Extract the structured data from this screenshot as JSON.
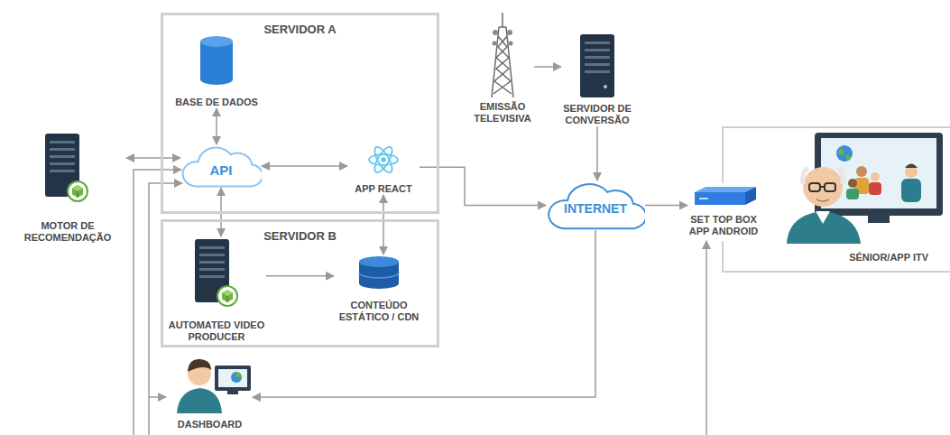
{
  "diagram": {
    "nodes": [
      {
        "text": [
          "SERVIDOR A"
        ]
      },
      {
        "text": [
          "BASE DE DADOS"
        ],
        "in": 0
      },
      {
        "text": [
          "API"
        ],
        "in": 0
      },
      {
        "text": [
          "APP REACT"
        ],
        "in": 0
      },
      {
        "text": [
          "SERVIDOR B"
        ]
      },
      {
        "text": [
          "AUTOMATED VIDEO PRODUCER"
        ],
        "in": 4
      },
      {
        "text": [
          "CONTEÚDO ESTÁTICO / CDN"
        ],
        "in": 4
      },
      {
        "text": [
          "MOTOR DE RECOMENDAÇÃO"
        ]
      },
      {
        "text": [
          "EMISSÃO TELEVISIVA"
        ]
      },
      {
        "text": [
          "SERVIDOR DE CONVERSÃO"
        ]
      },
      {
        "text": [
          "INTERNET"
        ]
      },
      {
        "text": [
          "SET TOP BOX APP ANDROID"
        ]
      },
      {
        "text": [
          "SÉNIOR/APP ITV"
        ]
      },
      {
        "text": [
          "DASHBOARD"
        ]
      }
    ],
    "edges": [
      {
        "from": 1,
        "to": 2,
        "arrow": "both"
      },
      {
        "from": 7,
        "to": 2,
        "arrow": "both"
      },
      {
        "from": 2,
        "to": 3,
        "arrow": "both"
      },
      {
        "from": 2,
        "to": 5,
        "arrow": "both"
      },
      {
        "from": 5,
        "to": 6,
        "arrow": "to"
      },
      {
        "from": 3,
        "to": 6,
        "arrow": "both"
      },
      {
        "from": 3,
        "to": 10,
        "arrow": "to"
      },
      {
        "from": 8,
        "to": 9,
        "arrow": "to"
      },
      {
        "from": 9,
        "to": 10,
        "arrow": "to"
      },
      {
        "from": 10,
        "to": 11,
        "arrow": "to"
      },
      {
        "from": 10,
        "to": 13,
        "arrow": "to"
      }
    ]
  }
}
